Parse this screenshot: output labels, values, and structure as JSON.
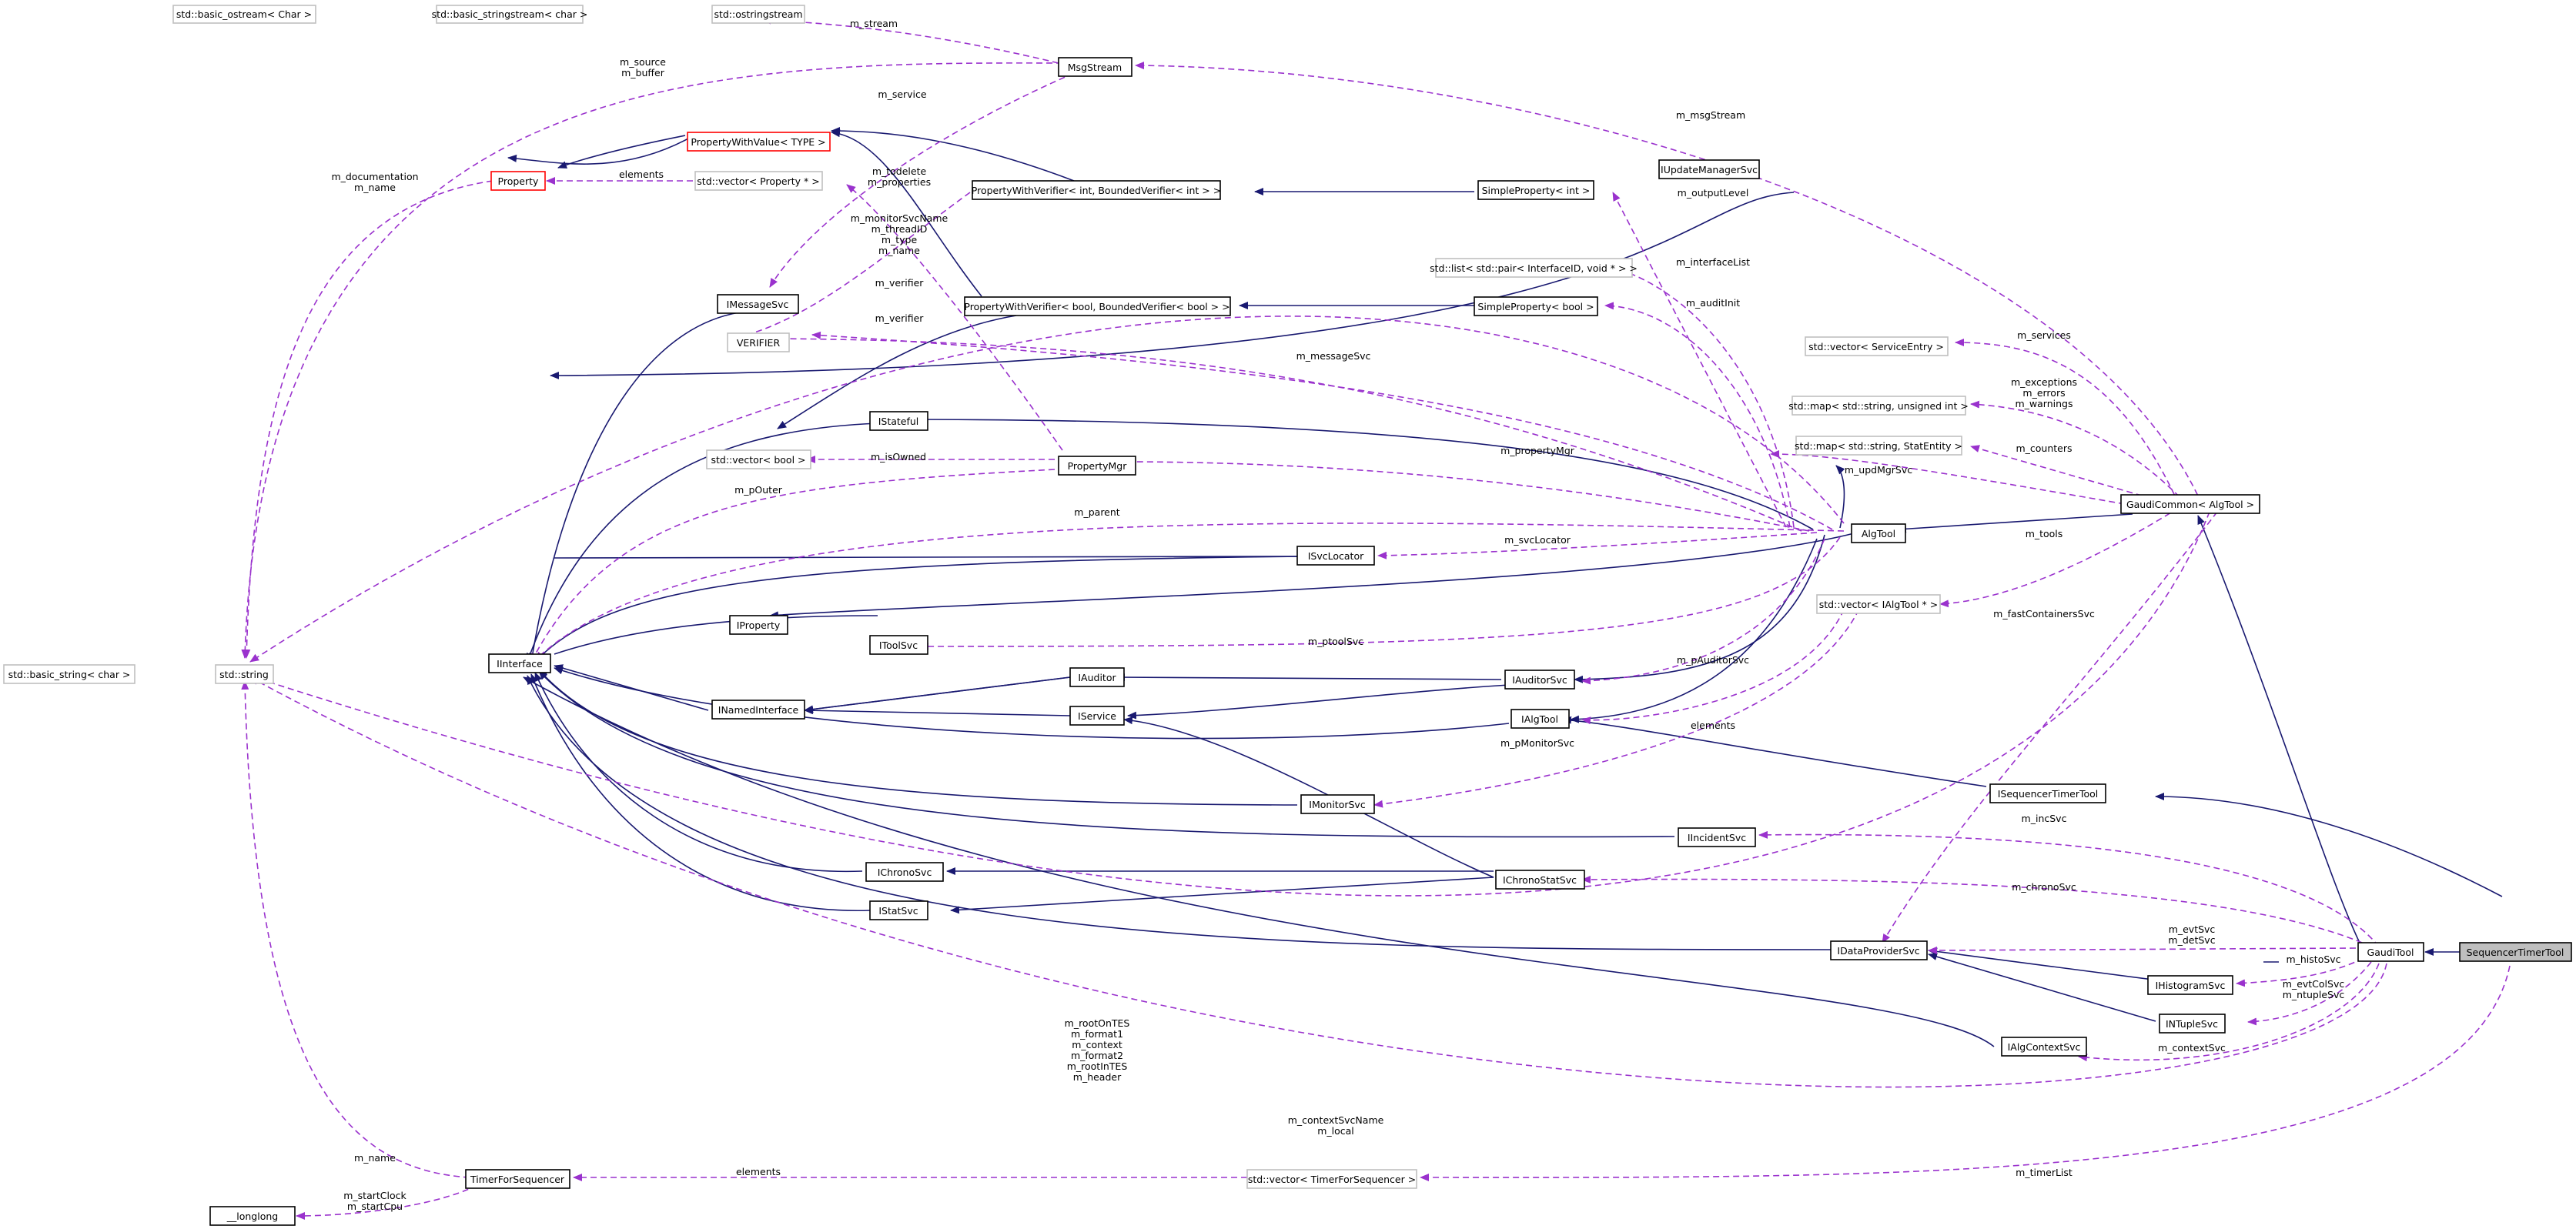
{
  "diagram": {
    "nodes": {
      "basic_ostream": "std::basic_ostream< Char >",
      "basic_stringstream": "std::basic_stringstream< char >",
      "ostringstream": "std::ostringstream",
      "msgstream": "MsgStream",
      "property_with_value": "PropertyWithValue< TYPE >",
      "property": "Property",
      "vector_property": "std::vector< Property * >",
      "pwv_int": "PropertyWithVerifier< int, BoundedVerifier< int > >",
      "simple_property_int": "SimpleProperty< int >",
      "iupdate_manager_svc": "IUpdateManagerSvc",
      "list_pair": "std::list< std::pair< InterfaceID, void * > >",
      "imessage_svc": "IMessageSvc",
      "pwv_bool": "PropertyWithVerifier< bool, BoundedVerifier< bool > >",
      "simple_property_bool": "SimpleProperty< bool >",
      "verifier": "VERIFIER",
      "vector_service_entry": "std::vector< ServiceEntry >",
      "istateful": "IStateful",
      "map_string_uint": "std::map< std::string, unsigned int >",
      "map_string_statentity": "std::map< std::string, StatEntity >",
      "vector_bool": "std::vector< bool >",
      "property_mgr": "PropertyMgr",
      "gaudi_common": "GaudiCommon< AlgTool >",
      "algtool": "AlgTool",
      "isvc_locator": "ISvcLocator",
      "vector_ialgtool": "std::vector< IAlgTool * >",
      "basic_string": "std::basic_string< char >",
      "string": "std::string",
      "iinterface": "IInterface",
      "iproperty": "IProperty",
      "itoolsvc": "IToolSvc",
      "iauditor": "IAuditor",
      "iauditor_svc": "IAuditorSvc",
      "inamed_interface": "INamedInterface",
      "iservice": "IService",
      "ialgtool": "IAlgTool",
      "imonitor_svc": "IMonitorSvc",
      "isequencer_timer_tool": "ISequencerTimerTool",
      "iincident_svc": "IIncidentSvc",
      "ichrono_svc": "IChronoSvc",
      "ichrono_stat_svc": "IChronoStatSvc",
      "istat_svc": "IStatSvc",
      "idata_provider_svc": "IDataProviderSvc",
      "gaudi_tool": "GaudiTool",
      "sequencer_timer_tool": "SequencerTimerTool",
      "ihistogram_svc": "IHistogramSvc",
      "intuple_svc": "INTupleSvc",
      "ialg_context_svc": "IAlgContextSvc",
      "timer_for_sequencer": "TimerForSequencer",
      "vector_timer": "std::vector< TimerForSequencer >",
      "longlong": "__longlong"
    },
    "edge_labels": {
      "m_stream": "m_stream",
      "m_source_buffer": [
        "m_source",
        "m_buffer"
      ],
      "m_service": "m_service",
      "m_msgStream": "m_msgStream",
      "m_documentation_name": [
        "m_documentation",
        "m_name"
      ],
      "elements_property": "elements",
      "m_todelete_properties": [
        "m_todelete",
        "m_properties"
      ],
      "m_monitorSvcName_group": [
        "m_monitorSvcName",
        "m_threadID",
        "m_type",
        "m_name"
      ],
      "m_verifier_1": "m_verifier",
      "m_verifier_2": "m_verifier",
      "m_outputLevel": "m_outputLevel",
      "m_interfaceList": "m_interfaceList",
      "m_auditInit": "m_auditInit",
      "m_messageSvc": "m_messageSvc",
      "m_services": "m_services",
      "m_exceptions_group": [
        "m_exceptions",
        "m_errors",
        "m_warnings"
      ],
      "m_isOwned": "m_isOwned",
      "m_propertyMgr": "m_propertyMgr",
      "m_counters": "m_counters",
      "m_updMgrSvc": "m_updMgrSvc",
      "m_pOuter": "m_pOuter",
      "m_parent": "m_parent",
      "m_svcLocator": "m_svcLocator",
      "m_tools": "m_tools",
      "m_fastContainersSvc": "m_fastContainersSvc",
      "m_ptoolSvc": "m_ptoolSvc",
      "m_pAuditorSvc": "m_pAuditorSvc",
      "elements_algtool": "elements",
      "m_pMonitorSvc": "m_pMonitorSvc",
      "m_incSvc": "m_incSvc",
      "m_chronoSvc": "m_chronoSvc",
      "m_evtSvc_detSvc": [
        "m_evtSvc",
        "m_detSvc"
      ],
      "m_histoSvc": "m_histoSvc",
      "m_evtColSvc_ntupleSvc": [
        "m_evtColSvc",
        "m_ntupleSvc"
      ],
      "m_contextSvc": "m_contextSvc",
      "m_rootOnTES_group": [
        "m_rootOnTES",
        "m_format1",
        "m_context",
        "m_format2",
        "m_rootInTES",
        "m_header"
      ],
      "m_contextSvcName_local": [
        "m_contextSvcName",
        "m_local"
      ],
      "m_name_timer": "m_name",
      "elements_timer": "elements",
      "m_timerList": "m_timerList",
      "m_startClock_startCpu": [
        "m_startClock",
        "m_startCpu"
      ]
    }
  }
}
